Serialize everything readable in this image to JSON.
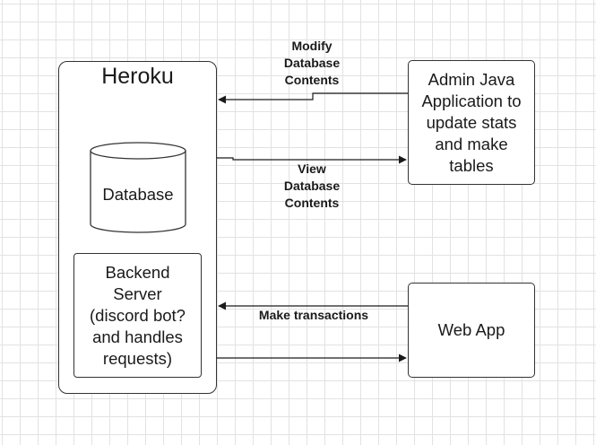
{
  "heroku": {
    "title": "Heroku"
  },
  "database": {
    "label": "Database"
  },
  "backend": {
    "label": "Backend\nServer\n(discord bot?\nand handles\nrequests)"
  },
  "admin_app": {
    "label": "Admin Java\nApplication to\nupdate stats\nand make\ntables"
  },
  "web_app": {
    "label": "Web App"
  },
  "edges": {
    "modify": "Modify\nDatabase\nContents",
    "view": "View\nDatabase\nContents",
    "transactions": "Make transactions"
  }
}
